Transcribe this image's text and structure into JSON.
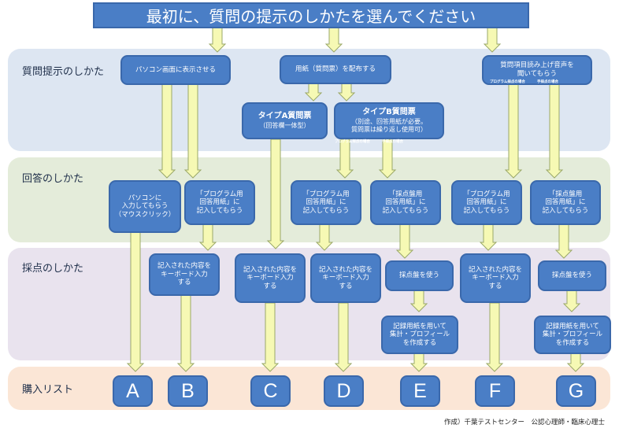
{
  "title": "最初に、質問の提示のしかたを選んでください",
  "bands": {
    "present": "質問提示のしかた",
    "answer": "回答のしかた",
    "score": "採点のしかた",
    "purchase": "購入リスト"
  },
  "present_boxes": {
    "pc": "パソコン画面に表示させる",
    "paper": "用紙（質問票）を配布する",
    "reader": "質問項目読み上げ音声を\n聞いてもらう"
  },
  "type_a": {
    "head": "タイプA質問票",
    "sub": "（回答欄一体型）"
  },
  "type_b": {
    "head": "タイプB質問票",
    "sub": "（別途、回答用紙が必要。\n質問票は繰り返し使用可）"
  },
  "notes": {
    "program": "プログラム採点の場合",
    "manual": "手採点の場合"
  },
  "answer_boxes": {
    "pc_input": "パソコンに\n入力してもらう\n（マウスクリック）",
    "prog_sheet": "「プログラム用\n回答用紙」に\n記入してもらう",
    "manual_sheet": "「採点盤用\n回答用紙」に\n記入してもらう"
  },
  "score_boxes": {
    "keyboard": "記入された内容を\nキーボード入力\nする",
    "board": "採点盤を使う",
    "record": "記録用紙を用いて\n集計・プロフィール\nを作成する"
  },
  "letters": [
    "A",
    "B",
    "C",
    "D",
    "E",
    "F",
    "G"
  ],
  "credit": "作成）千葉テストセンター　公認心理師・臨床心理士"
}
